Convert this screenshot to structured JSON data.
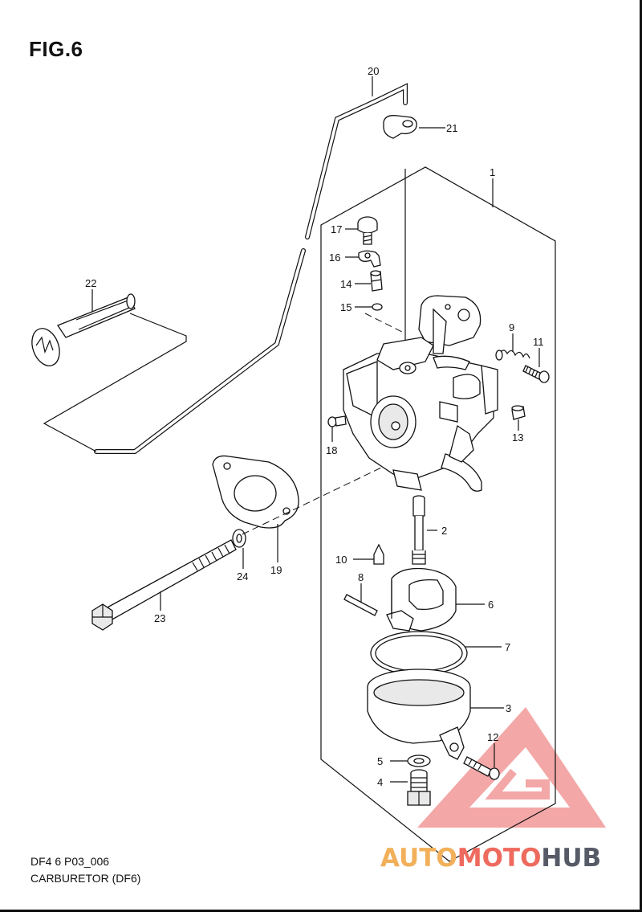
{
  "figure": {
    "title": "FIG.6",
    "code": "DF4 6 P03_006",
    "name": "CARBURETOR (DF6)"
  },
  "watermark": {
    "part1": "AUTO",
    "part2": "MOTO",
    "part3": "HUB",
    "colors": {
      "auto": "#f2b05a",
      "moto": "#ee6a5e",
      "hub": "#555a66",
      "triangle": "#f08a8a"
    }
  },
  "callouts": {
    "c1": "1",
    "c2": "2",
    "c3": "3",
    "c4": "4",
    "c5": "5",
    "c6": "6",
    "c7": "7",
    "c8": "8",
    "c9": "9",
    "c10": "10",
    "c11": "11",
    "c12": "12",
    "c13": "13",
    "c14": "14",
    "c15": "15",
    "c16": "16",
    "c17": "17",
    "c18": "18",
    "c19": "19",
    "c20": "20",
    "c21": "21",
    "c22": "22",
    "c23": "23",
    "c24": "24"
  }
}
